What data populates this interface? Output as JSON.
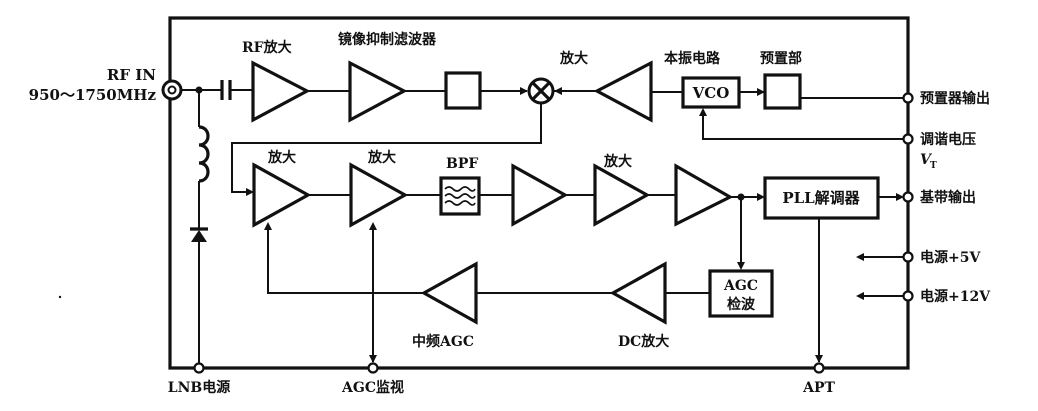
{
  "diagram": {
    "title": "Satellite tuner block diagram",
    "input": {
      "label": "RF IN",
      "range": "950～1750MHz"
    },
    "top_row": {
      "rf_amp": "RF放大",
      "image_reject_filter": "镜像抑制滤波器",
      "lo_amp": "放大",
      "local_osc": "本振电路",
      "prescaler": "预置部",
      "vco": "VCO"
    },
    "middle_row": {
      "amp1": "放大",
      "amp2": "放大",
      "bpf": "BPF",
      "amp3": "放大",
      "pll_demod": "PLL解调器"
    },
    "bottom_row": {
      "agc_detector_line1": "AGC",
      "agc_detector_line2": "检波",
      "dc_amp": "DC放大",
      "if_agc": "中频AGC"
    },
    "right_terminals": {
      "prescaler_out": "预置器输出",
      "tuning_voltage": "调谐电压",
      "tuning_voltage_symbol": "V",
      "tuning_voltage_sub": "T",
      "baseband_out": "基带输出",
      "power_5v": "电源+5V",
      "power_12v": "电源+12V"
    },
    "bottom_terminals": {
      "lnb_power": "LNB电源",
      "agc_monitor": "AGC监视",
      "apt": "APT"
    }
  }
}
